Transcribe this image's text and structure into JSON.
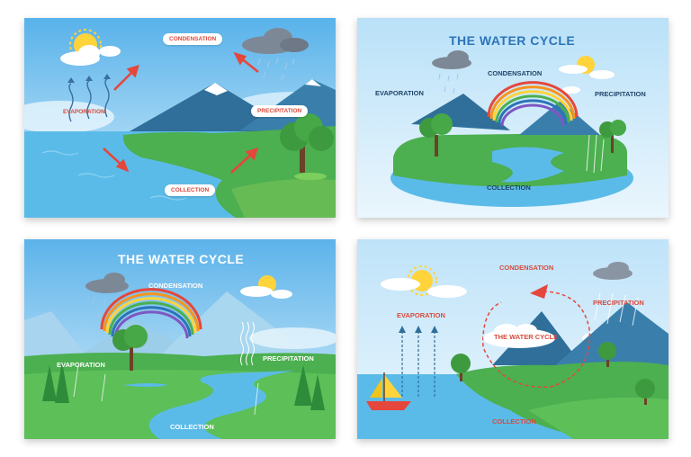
{
  "panels": [
    {
      "labels": {
        "condensation": "CONDENSATION",
        "evaporation": "EVAPORATION",
        "precipitation": "PRECIPITATION",
        "collection": "COLLECTION"
      }
    },
    {
      "title": "THE WATER CYCLE",
      "labels": {
        "condensation": "CONDENSATION",
        "evaporation": "EVAPORATION",
        "precipitation": "PRECIPITATION",
        "collection": "COLLECTION"
      }
    },
    {
      "title": "THE WATER CYCLE",
      "labels": {
        "condensation": "CONDENSATION",
        "evaporation": "EVAPORATION",
        "precipitation": "PRECIPITATION",
        "collection": "COLLECTION"
      }
    },
    {
      "title": "THE WATER CYCLE",
      "labels": {
        "condensation": "CONDENSATION",
        "evaporation": "EVAPORATION",
        "precipitation": "PRECIPITATION",
        "collection": "COLLECTION"
      }
    }
  ],
  "colors": {
    "sky_top": "#5cb3ea",
    "sky_bottom": "#d8eefb",
    "water": "#62bde8",
    "grass": "#4caf50",
    "mountain": "#2f6f9a",
    "sun": "#ffd43b",
    "arrow_red": "#e5473c",
    "label_navy": "#21456b",
    "title_blue": "#2c74b8"
  }
}
